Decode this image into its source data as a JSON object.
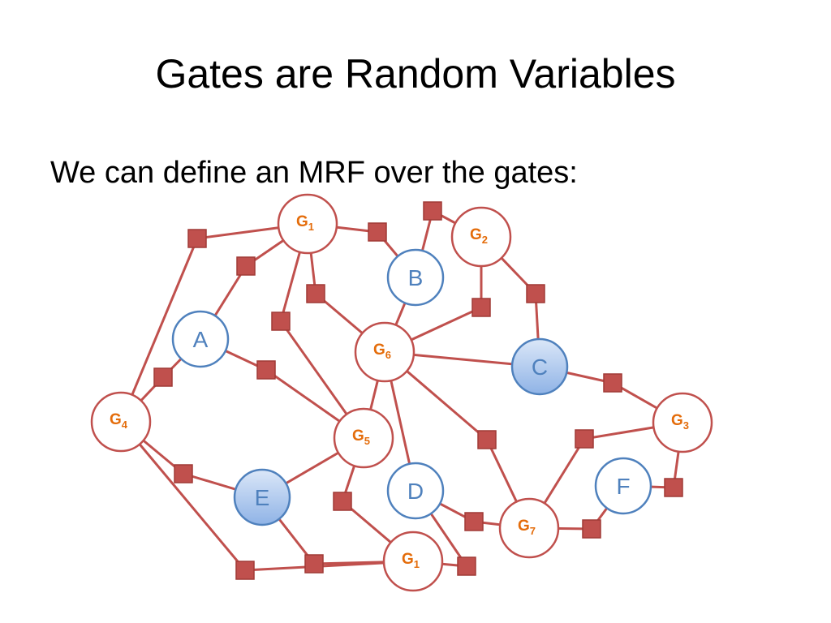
{
  "slide": {
    "title": "Gates are Random Variables",
    "body": "We can define an MRF over the gates:"
  },
  "colors": {
    "edge": "#c0504d",
    "factor_fill": "#c0504d",
    "factor_stroke": "#a03a37",
    "gate_stroke": "#c0504d",
    "gate_text": "#e46c0a",
    "var_stroke": "#4f81bd",
    "var_text": "#4f81bd",
    "observed_fill_top": "#dbe7f8",
    "observed_fill_bottom": "#8fb3e6"
  },
  "gates": [
    {
      "id": "G1a",
      "letter": "G",
      "sub": "1"
    },
    {
      "id": "G2",
      "letter": "G",
      "sub": "2"
    },
    {
      "id": "G3",
      "letter": "G",
      "sub": "3"
    },
    {
      "id": "G4",
      "letter": "G",
      "sub": "4"
    },
    {
      "id": "G5",
      "letter": "G",
      "sub": "5"
    },
    {
      "id": "G6",
      "letter": "G",
      "sub": "6"
    },
    {
      "id": "G7",
      "letter": "G",
      "sub": "7"
    },
    {
      "id": "G1b",
      "letter": "G",
      "sub": "1"
    }
  ],
  "variables": [
    {
      "id": "A",
      "label": "A",
      "observed": false
    },
    {
      "id": "B",
      "label": "B",
      "observed": false
    },
    {
      "id": "C",
      "label": "C",
      "observed": true
    },
    {
      "id": "D",
      "label": "D",
      "observed": false
    },
    {
      "id": "E",
      "label": "E",
      "observed": true
    },
    {
      "id": "F",
      "label": "F",
      "observed": false
    }
  ]
}
